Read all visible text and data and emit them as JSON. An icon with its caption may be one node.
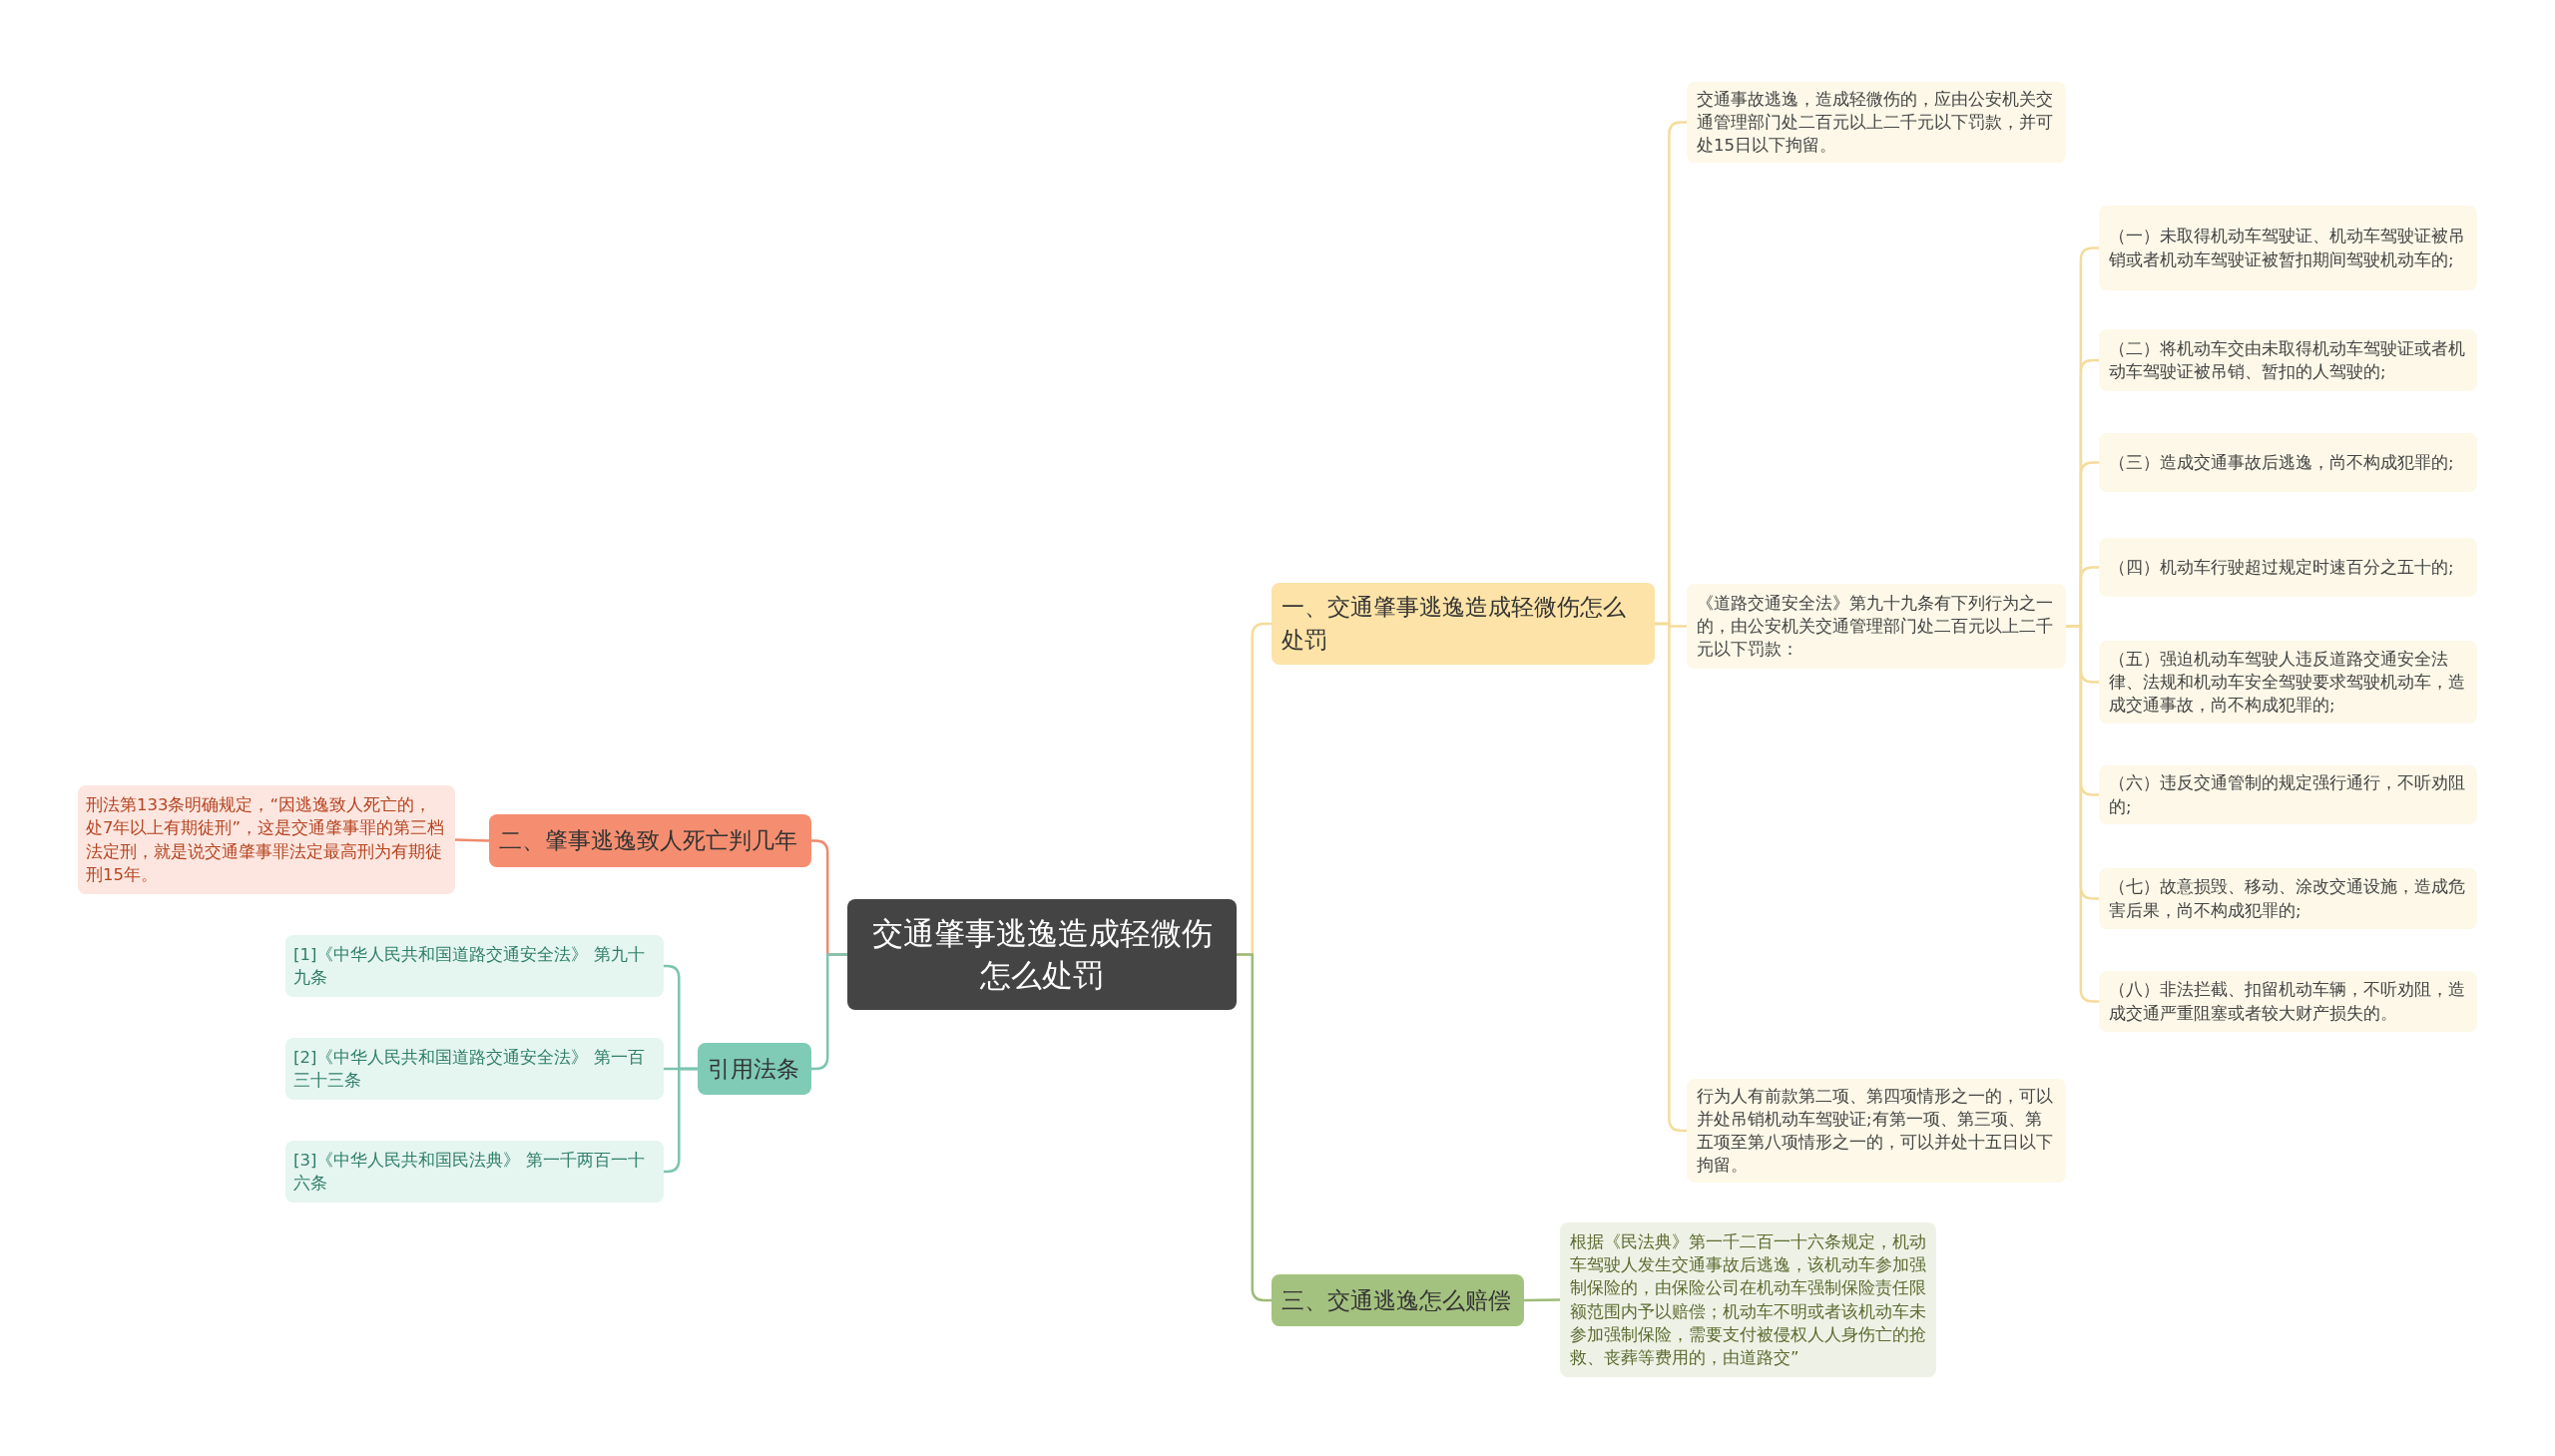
{
  "diagram": {
    "nodes": [
      {
        "text": [
          "交通肇事逃逸造成轻微伤怎么处罚"
        ]
      },
      {
        "text": [
          "一、交通肇事逃逸造成轻微伤怎么处罚"
        ]
      },
      {
        "text": [
          "交通事故逃逸，造成轻微伤的，应由公安机关交通管理部门处二百元以上二千元以下罚款，并可处15日以下拘留。"
        ]
      },
      {
        "text": [
          "《道路交通安全法》第九十九条有下列行为之一的，由公安机关交通管理部门处二百元以上二千元以下罚款："
        ]
      },
      {
        "text": [
          "（一）未取得机动车驾驶证、机动车驾驶证被吊销或者机动车驾驶证被暂扣期间驾驶机动车的;"
        ]
      },
      {
        "text": [
          "（二）将机动车交由未取得机动车驾驶证或者机动车驾驶证被吊销、暂扣的人驾驶的;"
        ]
      },
      {
        "text": [
          "（三）造成交通事故后逃逸，尚不构成犯罪的;"
        ]
      },
      {
        "text": [
          "（四）机动车行驶超过规定时速百分之五十的;"
        ]
      },
      {
        "text": [
          "（五）强迫机动车驾驶人违反道路交通安全法律、法规和机动车安全驾驶要求驾驶机动车，造成交通事故，尚不构成犯罪的;"
        ]
      },
      {
        "text": [
          "（六）违反交通管制的规定强行通行，不听劝阻的;"
        ]
      },
      {
        "text": [
          "（七）故意损毁、移动、涂改交通设施，造成危害后果，尚不构成犯罪的;"
        ]
      },
      {
        "text": [
          "（八）非法拦截、扣留机动车辆，不听劝阻，造成交通严重阻塞或者较大财产损失的。"
        ]
      },
      {
        "text": [
          "行为人有前款第二项、第四项情形之一的，可以并处吊销机动车驾驶证;有第一项、第三项、第五项至第八项情形之一的，可以并处十五日以下拘留。"
        ]
      },
      {
        "text": [
          "三、交通逃逸怎么赔偿"
        ]
      },
      {
        "text": [
          "根据《民法典》第一千二百一十六条规定，机动车驾驶人发生交通事故后逃逸，该机动车参加强制保险的，由保险公司在机动车强制保险责任限额范围内予以赔偿；机动车不明或者该机动车未参加强制保险，需要支付被侵权人人身伤亡的抢救、丧葬等费用的，由道路交”"
        ]
      },
      {
        "text": [
          "二、肇事逃逸致人死亡判几年"
        ]
      },
      {
        "text": [
          "刑法第133条明确规定，“因逃逸致人死亡的，处7年以上有期徒刑”，这是交通肇事罪的第三档法定刑，就是说交通肇事罪法定最高刑为有期徒刑15年。"
        ]
      },
      {
        "text": [
          "引用法条"
        ]
      },
      {
        "text": [
          "[1]《中华人民共和国道路交通安全法》 第九十九条"
        ]
      },
      {
        "text": [
          "[2]《中华人民共和国道路交通安全法》 第一百三十三条"
        ]
      },
      {
        "text": [
          "[3]《中华人民共和国民法典》 第一千两百一十六条"
        ]
      }
    ],
    "edges": [
      {
        "from": 0,
        "to": 1,
        "arrow": "none"
      },
      {
        "from": 1,
        "to": 2,
        "arrow": "none"
      },
      {
        "from": 1,
        "to": 3,
        "arrow": "none"
      },
      {
        "from": 3,
        "to": 4,
        "arrow": "none"
      },
      {
        "from": 3,
        "to": 5,
        "arrow": "none"
      },
      {
        "from": 3,
        "to": 6,
        "arrow": "none"
      },
      {
        "from": 3,
        "to": 7,
        "arrow": "none"
      },
      {
        "from": 3,
        "to": 8,
        "arrow": "none"
      },
      {
        "from": 3,
        "to": 9,
        "arrow": "none"
      },
      {
        "from": 3,
        "to": 10,
        "arrow": "none"
      },
      {
        "from": 3,
        "to": 11,
        "arrow": "none"
      },
      {
        "from": 1,
        "to": 12,
        "arrow": "none"
      },
      {
        "from": 0,
        "to": 13,
        "arrow": "none",
        "color": "#9dbb78"
      },
      {
        "from": 13,
        "to": 14,
        "arrow": "none",
        "color": "#9dbb78"
      },
      {
        "from": 0,
        "to": 15,
        "arrow": "none",
        "color": "#f08a6c"
      },
      {
        "from": 15,
        "to": 16,
        "arrow": "none",
        "color": "#f08a6c"
      },
      {
        "from": 0,
        "to": 17,
        "arrow": "none",
        "color": "#7cc4b0"
      },
      {
        "from": 17,
        "to": 18,
        "arrow": "none",
        "color": "#7cc4b0"
      },
      {
        "from": 17,
        "to": 19,
        "arrow": "none",
        "color": "#7cc4b0"
      },
      {
        "from": 17,
        "to": 20,
        "arrow": "none",
        "color": "#7cc4b0"
      }
    ]
  }
}
